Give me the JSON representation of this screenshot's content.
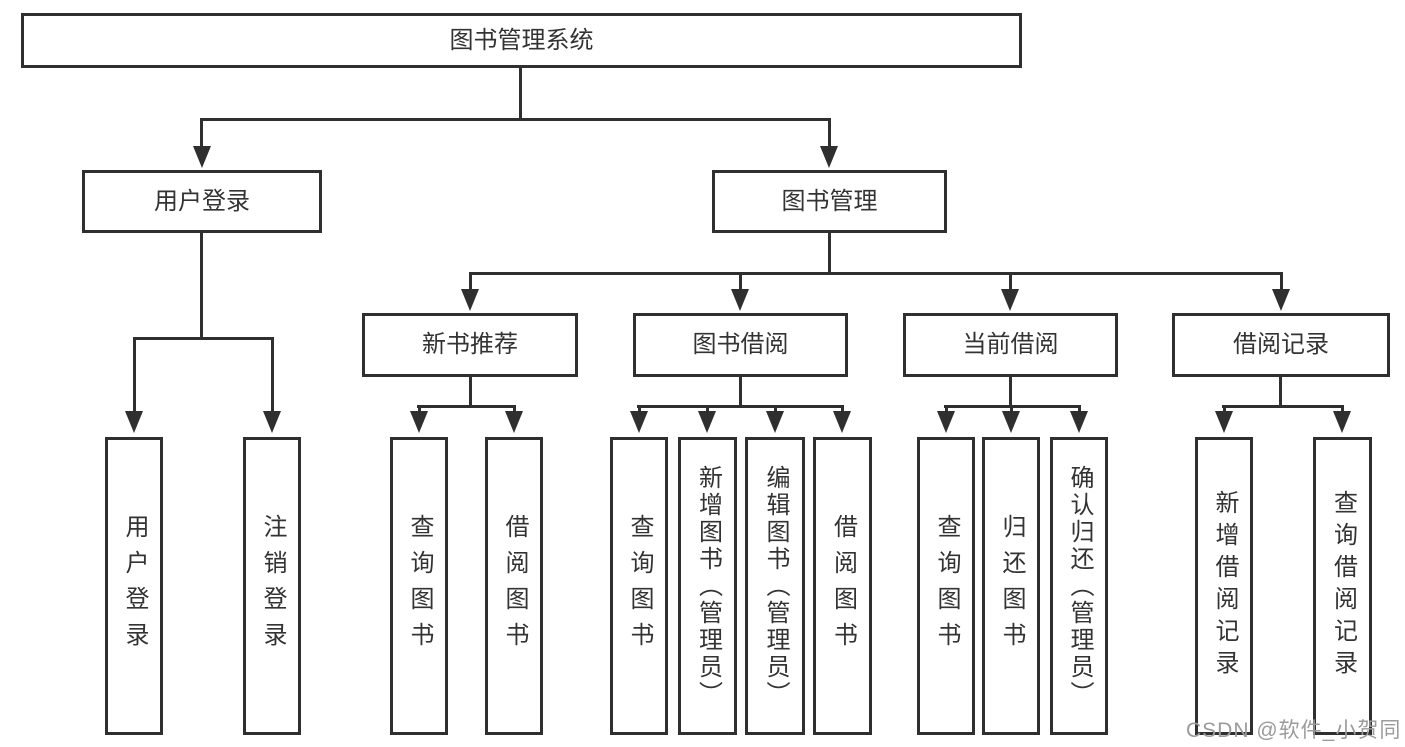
{
  "diagram_type": "hierarchy-tree",
  "colors": {
    "line": "#2f2f2f",
    "text": "#333333",
    "box_background": "#ffffff",
    "page_background": "#ffffff",
    "watermark": "#9b9b9b"
  },
  "tree": {
    "label": "图书管理系统",
    "children": [
      {
        "label": "用户登录",
        "children": [
          {
            "label": "用户登录"
          },
          {
            "label": "注销登录"
          }
        ]
      },
      {
        "label": "图书管理",
        "children": [
          {
            "label": "新书推荐",
            "children": [
              {
                "label": "查询图书"
              },
              {
                "label": "借阅图书"
              }
            ]
          },
          {
            "label": "图书借阅",
            "children": [
              {
                "label": "查询图书"
              },
              {
                "label": "新增图书（管理员）"
              },
              {
                "label": "编辑图书（管理员）"
              },
              {
                "label": "借阅图书"
              }
            ]
          },
          {
            "label": "当前借阅",
            "children": [
              {
                "label": "查询图书"
              },
              {
                "label": "归还图书"
              },
              {
                "label": "确认归还（管理员）"
              }
            ]
          },
          {
            "label": "借阅记录",
            "children": [
              {
                "label": "新增借阅记录"
              },
              {
                "label": "查询借阅记录"
              }
            ]
          }
        ]
      }
    ]
  },
  "watermark": {
    "text": "CSDN @软件_小贺同学"
  }
}
